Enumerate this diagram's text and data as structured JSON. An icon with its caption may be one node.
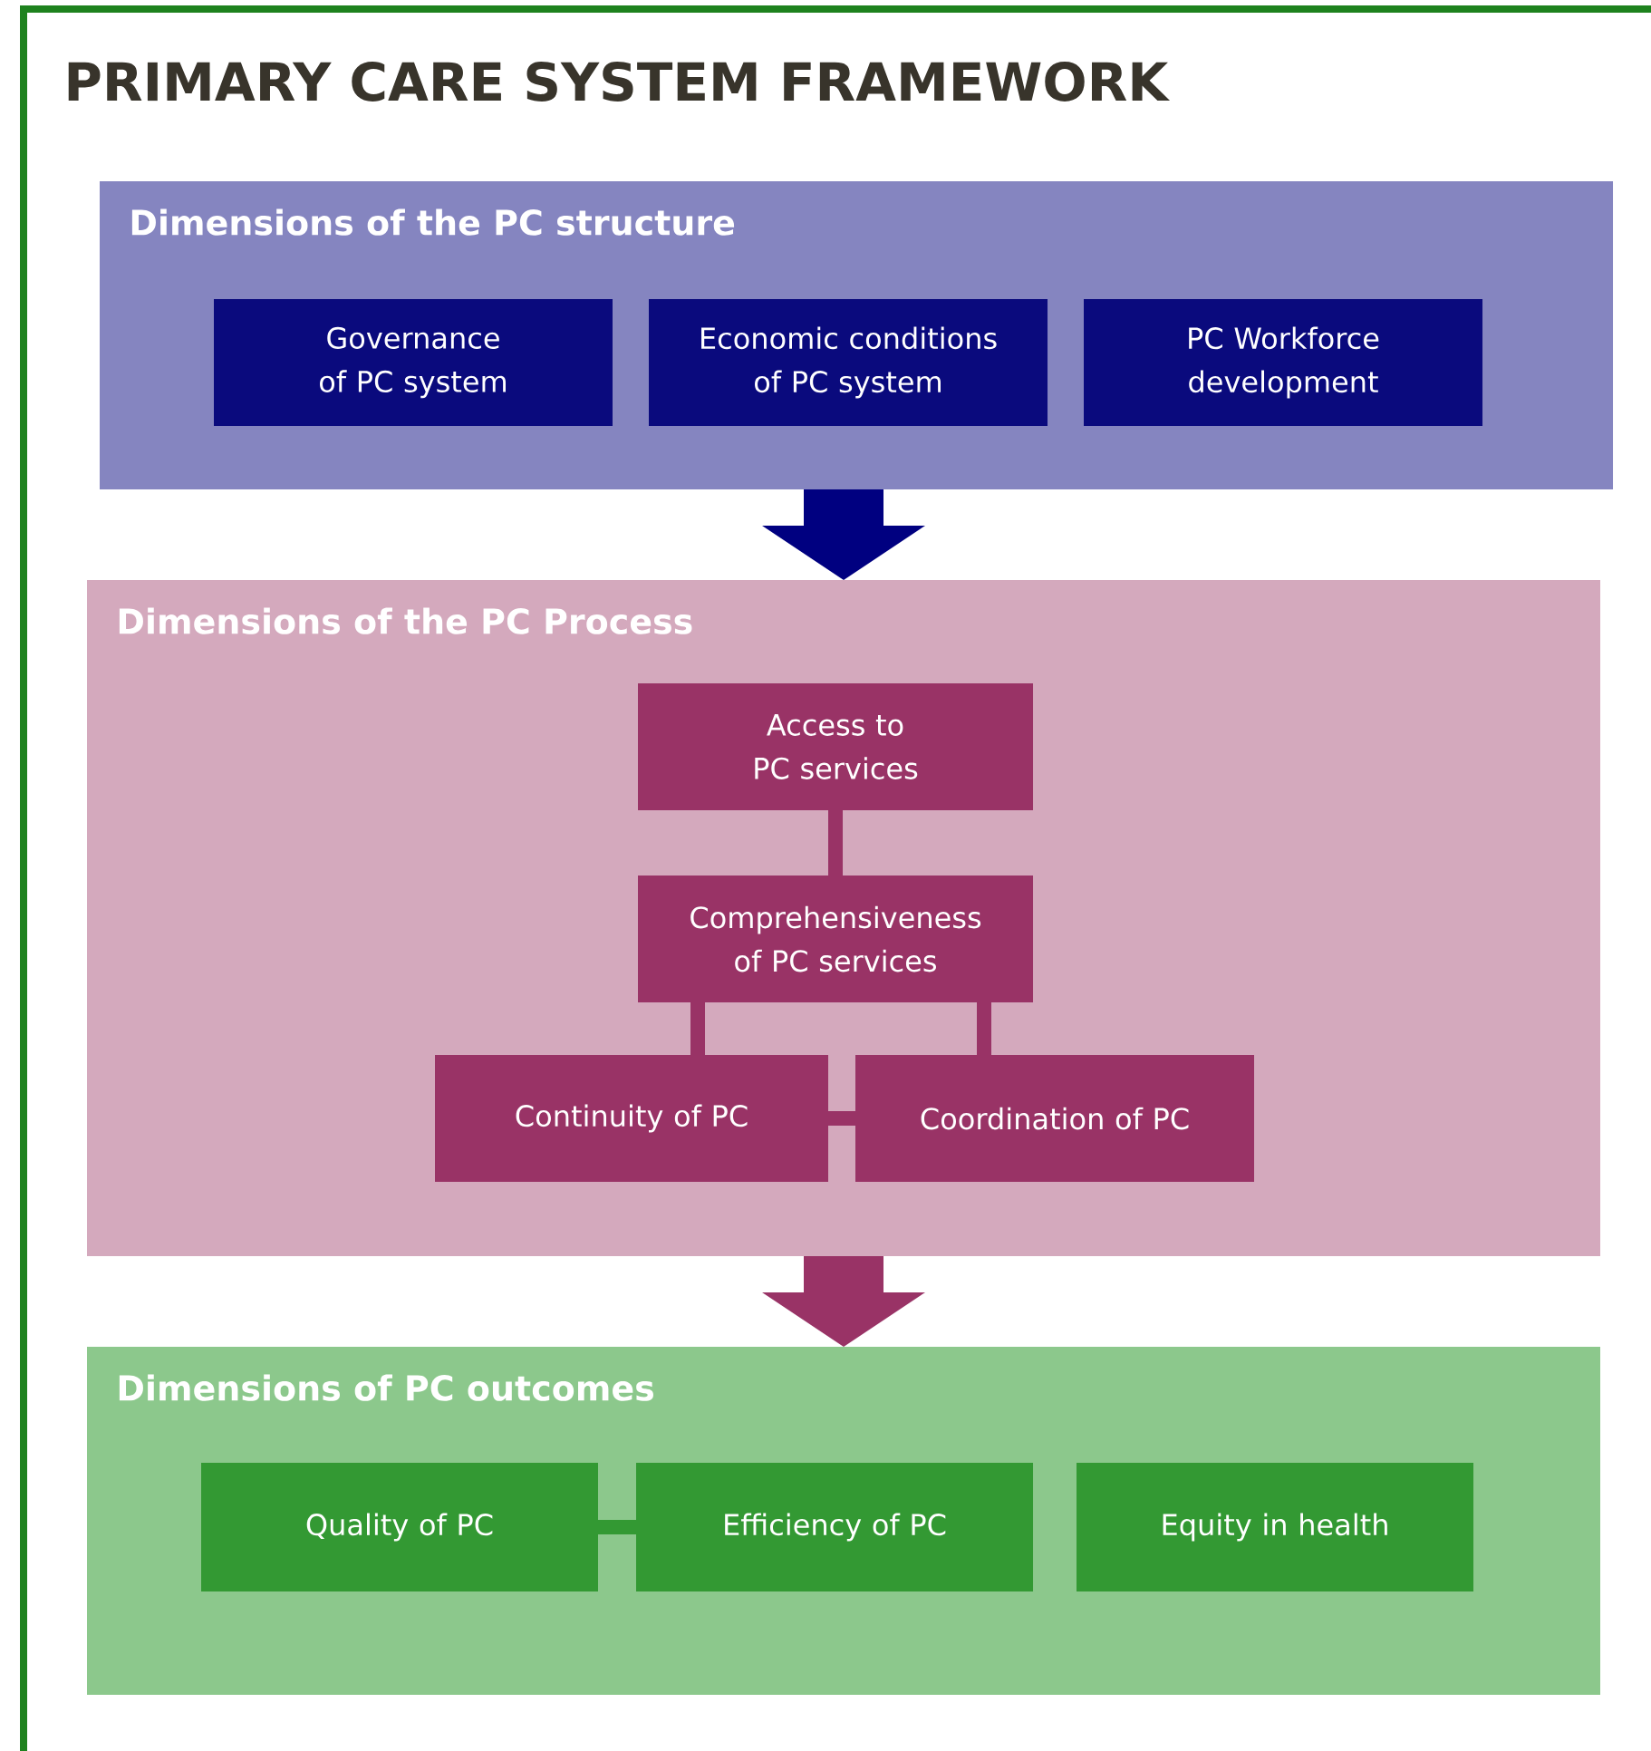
{
  "diagram": {
    "title": "PRIMARY CARE SYSTEM FRAMEWORK",
    "nodes": [
      {
        "text": [
          "Dimensions of the PC structure"
        ]
      },
      {
        "text": [
          "Governance of PC system"
        ],
        "in": 0
      },
      {
        "text": [
          "Economic conditions of PC system"
        ],
        "in": 0
      },
      {
        "text": [
          "PC Workforce development"
        ],
        "in": 0
      },
      {
        "text": [
          "Dimensions of the PC Process"
        ]
      },
      {
        "text": [
          "Access to PC services"
        ],
        "in": 4
      },
      {
        "text": [
          "Comprehensiveness of PC services"
        ],
        "in": 4
      },
      {
        "text": [
          "Continuity of PC"
        ],
        "in": 4
      },
      {
        "text": [
          "Coordination of PC"
        ],
        "in": 4
      },
      {
        "text": [
          "Dimensions of PC outcomes"
        ]
      },
      {
        "text": [
          "Quality of PC"
        ],
        "in": 9
      },
      {
        "text": [
          "Efficiency of PC"
        ],
        "in": 9
      },
      {
        "text": [
          "Equity in health"
        ],
        "in": 9
      }
    ],
    "edges": [
      {
        "from": 0,
        "to": 4,
        "arrow": "to",
        "style": "thick",
        "color": "#000080"
      },
      {
        "from": 4,
        "to": 9,
        "arrow": "to",
        "style": "thick",
        "color": "#993366"
      },
      {
        "from": 5,
        "to": 6,
        "arrow": "none",
        "color": "#993366"
      },
      {
        "from": 6,
        "to": 7,
        "arrow": "none",
        "color": "#993366"
      },
      {
        "from": 6,
        "to": 8,
        "arrow": "none",
        "color": "#993366"
      },
      {
        "from": 7,
        "to": 8,
        "arrow": "none",
        "color": "#993366"
      },
      {
        "from": 10,
        "to": 11,
        "arrow": "none",
        "color": "#339933"
      }
    ]
  }
}
